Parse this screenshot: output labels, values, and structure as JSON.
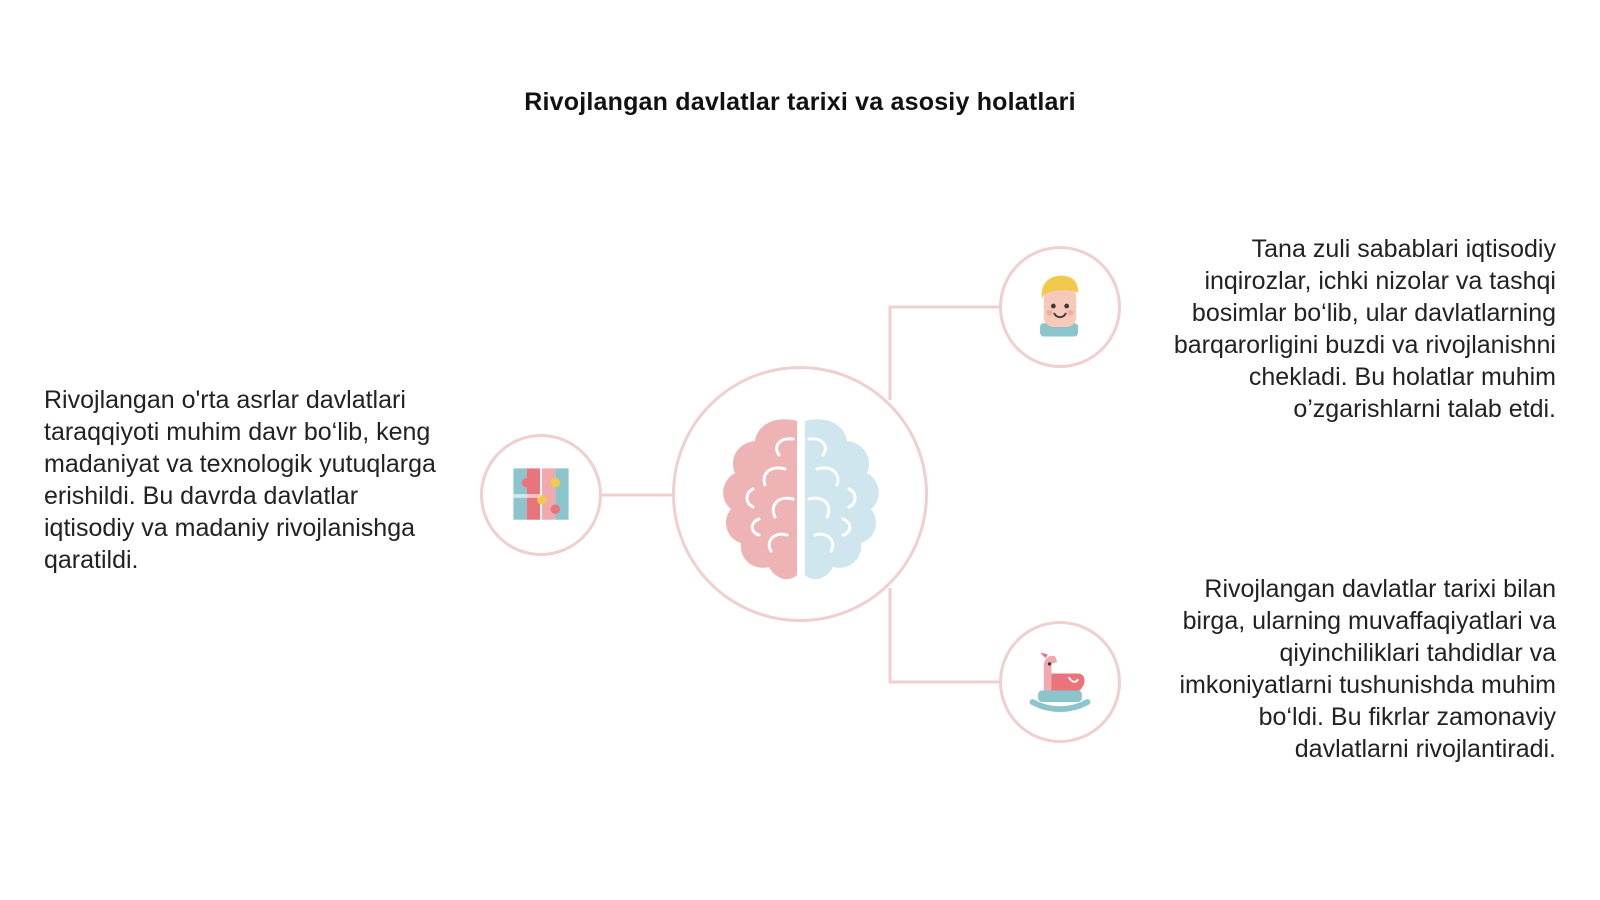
{
  "title": "Rivojlangan davlatlar tarixi va asosiy holatlari",
  "colors": {
    "connector": "#f0cfcf",
    "brain_left": "#eeb3b5",
    "brain_right": "#cfe6ee",
    "accent_teal": "#8cc4cc",
    "accent_pink": "#e9747c",
    "accent_yellow": "#f2c94c"
  },
  "nodes": {
    "center": {
      "icon": "brain-icon"
    },
    "left": {
      "icon": "puzzle-icon",
      "text": "Rivojlangan o'rta asrlar davlatlari taraqqiyoti muhim davr bo‘lib, keng madaniyat va texnologik yutuqlarga erishildi. Bu davrda davlatlar iqtisodiy va madaniy rivojlanishga qaratildi."
    },
    "top_right": {
      "icon": "child-face-icon",
      "text": "Tana zuli sabablari iqtisodiy inqirozlar, ichki nizolar va tashqi bosimlar bo‘lib, ular davlatlarning barqarorligini buzdi va rivojlanishni chekladi. Bu holatlar muhim o’zgarishlarni talab etdi."
    },
    "bottom_right": {
      "icon": "rocking-horse-icon",
      "text": "Rivojlangan davlatlar tarixi bilan birga, ularning muvaffaqiyatlari va qiyinchiliklari tahdidlar va imkoniyatlarni tushunishda muhim bo‘ldi. Bu fikrlar zamonaviy davlatlarni rivojlantiradi."
    }
  }
}
